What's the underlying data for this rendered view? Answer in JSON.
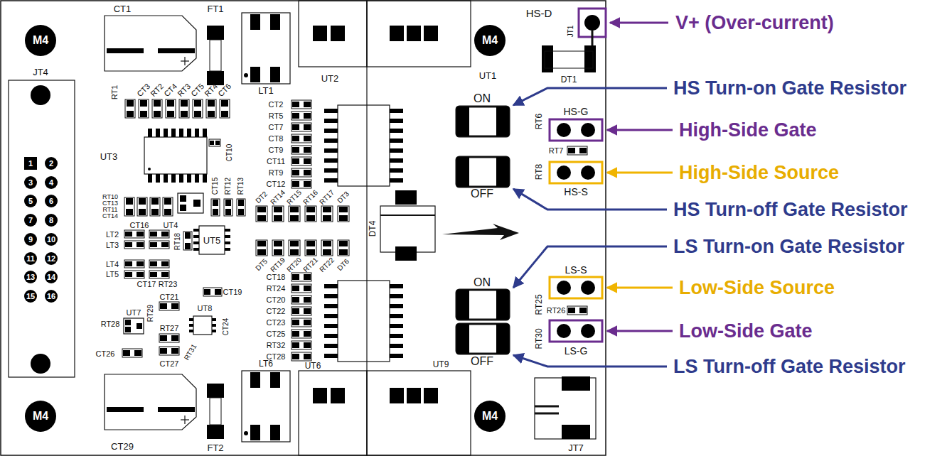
{
  "diagram": {
    "nodes": [
      {
        "text": [
          "M4"
        ]
      },
      {
        "text": [
          "M4"
        ]
      },
      {
        "text": [
          "1"
        ]
      },
      {
        "text": [
          "2"
        ]
      },
      {
        "text": [
          "3"
        ]
      },
      {
        "text": [
          "4"
        ]
      },
      {
        "text": [
          "5"
        ]
      },
      {
        "text": [
          "6"
        ]
      },
      {
        "text": [
          "7"
        ]
      },
      {
        "text": [
          "8"
        ]
      },
      {
        "text": [
          "9"
        ]
      },
      {
        "text": [
          "10"
        ]
      },
      {
        "text": [
          "11"
        ]
      },
      {
        "text": [
          "12"
        ]
      },
      {
        "text": [
          "13"
        ]
      },
      {
        "text": [
          "14"
        ]
      },
      {
        "text": [
          "15"
        ]
      },
      {
        "text": [
          "16"
        ]
      },
      {
        "text": [
          "M4"
        ]
      },
      {
        "text": [
          "M4"
        ]
      }
    ],
    "labels": [
      "CT1",
      "FT1",
      "HS-D",
      "V+ (Over-current)",
      "JT1",
      "JT4",
      "UT1",
      "UT2",
      "DT1",
      "HS Turn-on Gate Resistor",
      "LT1",
      "RT1",
      "CT3",
      "RT2",
      "CT4",
      "RT3",
      "CT5",
      "RT4",
      "CT6",
      "ON",
      "CT2",
      "RT5",
      "CT7",
      "CT8",
      "CT9",
      "CT11",
      "RT9",
      "CT12",
      "HS-G",
      "RT6",
      "High-Side Gate",
      "RT7",
      "CT10",
      "UT3",
      "RT8",
      "High-Side Source",
      "CT15",
      "RT12",
      "RT13",
      "HS-S",
      "OFF",
      "DT2",
      "RT14",
      "RT15",
      "RT16",
      "RT17",
      "DT3",
      "RT10",
      "CT13",
      "RT11",
      "CT14",
      "HS Turn-off Gate Resistor",
      "CT16",
      "UT4",
      "DT4",
      "LT2",
      "LT3",
      "UT5",
      "RT18",
      "LS Turn-on Gate Resistor",
      "LT4",
      "LT5",
      "DT5",
      "RT19",
      "RT20",
      "RT21",
      "RT22",
      "DT6",
      "LS-S",
      "CT17",
      "RT23",
      "ON",
      "RT25",
      "CT18",
      "RT24",
      "CT20",
      "CT22",
      "CT23",
      "CT25",
      "RT32",
      "CT28",
      "Low-Side Source",
      "CT19",
      "CT21",
      "UT8",
      "RT26",
      "UT7",
      "RT29",
      "RT28",
      "RT27",
      "CT24",
      "Low-Side Gate",
      "RT30",
      "LS-G",
      "RT31",
      "CT26",
      "OFF",
      "CT27",
      "LS Turn-off Gate Resistor",
      "LT6",
      "UT6",
      "UT9",
      "CT29",
      "FT2",
      "JT7"
    ]
  }
}
